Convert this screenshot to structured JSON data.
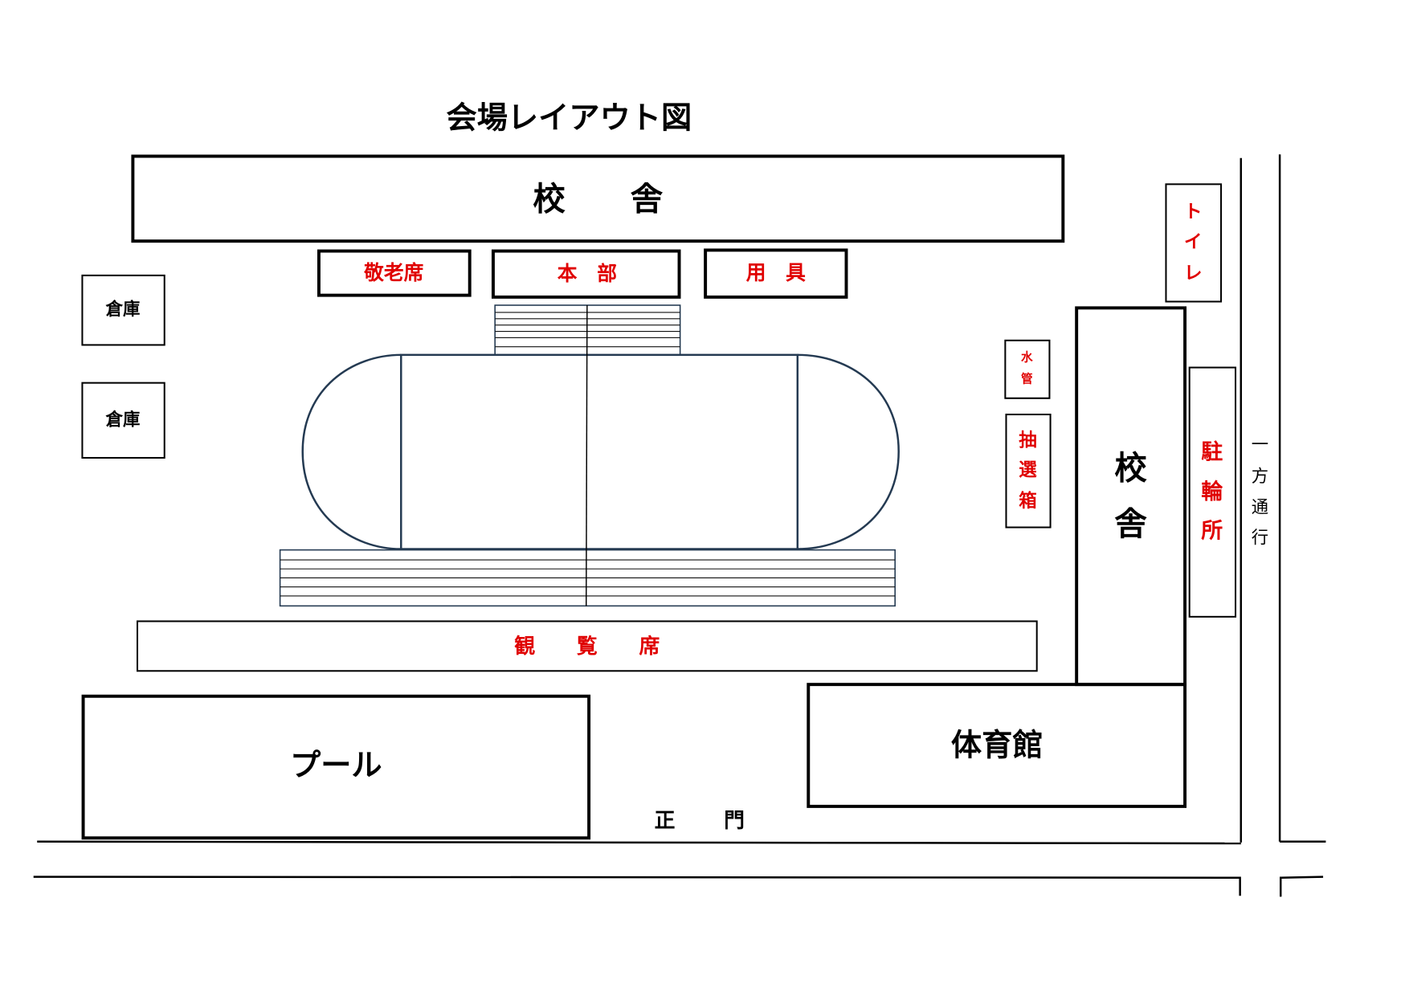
{
  "title": "会場レイアウト図",
  "colors": {
    "label_red": "#e00000",
    "track": "#243a52",
    "line": "#000000"
  },
  "buildings": {
    "school_top": "校　　舎",
    "school_right": [
      "校",
      "舎"
    ],
    "pool": "プール",
    "gym": "体育館",
    "storage_1": "倉庫",
    "storage_2": "倉庫"
  },
  "tents": {
    "elderly_seats": "敬老席",
    "headquarters": "本　部",
    "equipment": "用　具"
  },
  "spectator_seats": "観　　覧　　席",
  "toilet": [
    "ト",
    "イ",
    "レ"
  ],
  "water_pipe": [
    "水",
    "管"
  ],
  "lottery_box": [
    "抽",
    "選",
    "箱"
  ],
  "bicycle_parking": [
    "駐",
    "輪",
    "所"
  ],
  "one_way": [
    "一",
    "方",
    "通",
    "行"
  ],
  "main_gate": [
    "正",
    "門"
  ]
}
